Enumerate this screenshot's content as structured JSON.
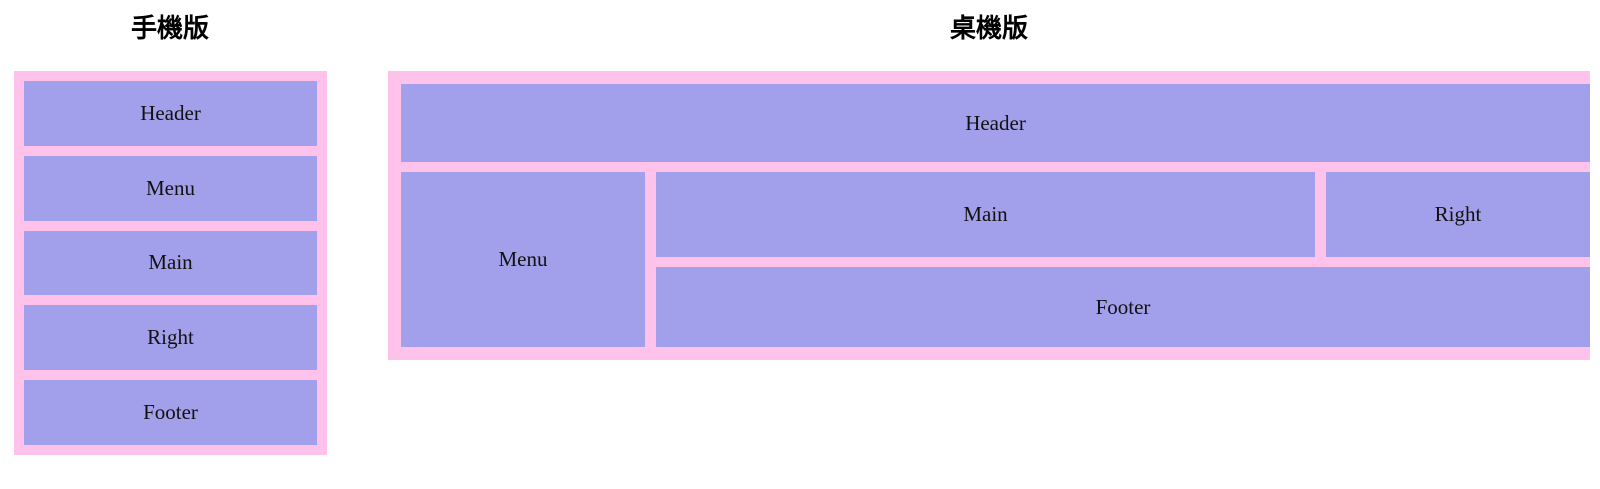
{
  "page": {
    "background_color": "#ffffff",
    "block_color": "#a2a0ea",
    "container_color": "#ffc2eb",
    "text_color": "#111111"
  },
  "mobile": {
    "title": "手機版",
    "blocks": [
      {
        "label": "Header"
      },
      {
        "label": "Menu"
      },
      {
        "label": "Main"
      },
      {
        "label": "Right"
      },
      {
        "label": "Footer"
      }
    ]
  },
  "desktop": {
    "title": "桌機版",
    "blocks": {
      "header": {
        "label": "Header"
      },
      "menu": {
        "label": "Menu"
      },
      "main": {
        "label": "Main"
      },
      "right": {
        "label": "Right"
      },
      "footer": {
        "label": "Footer"
      }
    }
  }
}
